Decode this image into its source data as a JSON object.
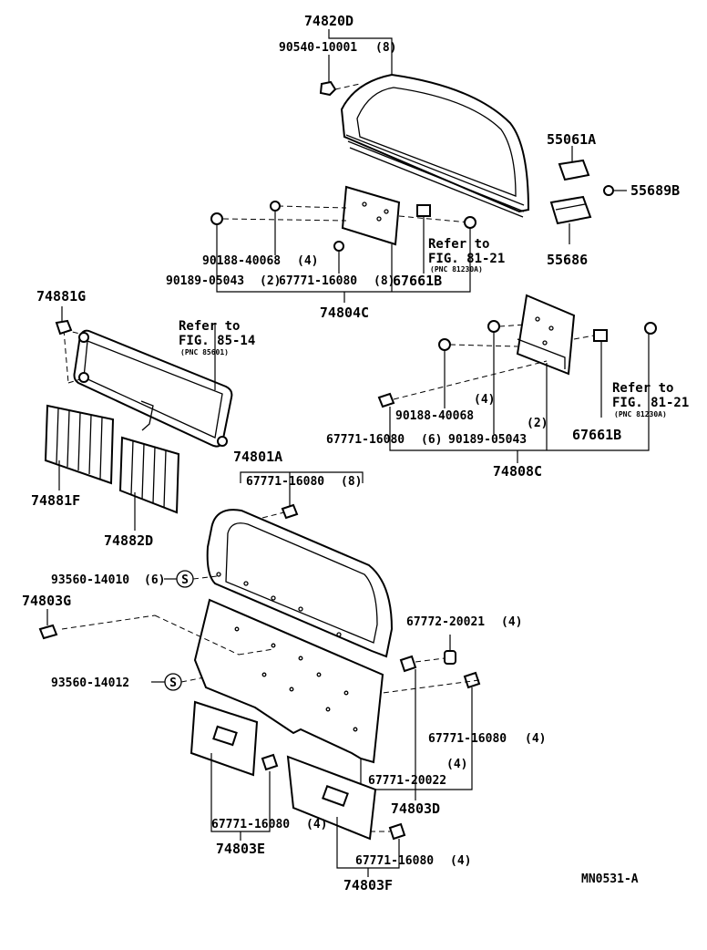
{
  "diagram_code": "MN0531-A",
  "labels": {
    "p74820D": "74820D",
    "p90540": "90540-10001",
    "p90540q": "(8)",
    "p55061A": "55061A",
    "p55689B": "55689B",
    "p55686": "55686",
    "p90188a": "90188-40068",
    "p90188aq": "(4)",
    "p90189a": "90189-05043",
    "p90189aq": "(2)",
    "p67771a": "67771-16080",
    "p67771aq": "(8)",
    "p67661Ba": "67661B",
    "p74804C": "74804C",
    "p74881G": "74881G",
    "p90188b": "90188-40068",
    "p90188bq": "(4)",
    "p67771b": "67771-16080",
    "p67771bq": "(6)",
    "p90189b": "90189-05043",
    "p90189bq": "(2)",
    "p67661Bb": "67661B",
    "p74808C": "74808C",
    "p74881F": "74881F",
    "p74882D": "74882D",
    "p74801A": "74801A",
    "p67771c": "67771-16080",
    "p67771cq": "(8)",
    "p93560a": "93560-14010",
    "p93560aq": "(6)",
    "p74803G": "74803G",
    "p67772": "67772-20021",
    "p67772q": "(4)",
    "p93560b": "93560-14012",
    "p67771d": "67771-16080",
    "p67771dq": "(4)",
    "p67771e": "67771-20022",
    "p67771eq": "(4)",
    "p74803D": "74803D",
    "p67771f": "67771-16080",
    "p67771fq": "(4)",
    "p74803E": "74803E",
    "p67771g": "67771-16080",
    "p67771gq": "(4)",
    "p74803F": "74803F",
    "s_mark": "S"
  },
  "refs": {
    "r1_line1": "Refer to",
    "r1_line2": "FIG. 81-21",
    "r1_line3": "(PNC 81230A)",
    "r2_line1": "Refer to",
    "r2_line2": "FIG. 85-14",
    "r2_line3": "(PNC 85601)",
    "r3_line1": "Refer to",
    "r3_line2": "FIG. 81-21",
    "r3_line3": "(PNC 81230A)"
  }
}
